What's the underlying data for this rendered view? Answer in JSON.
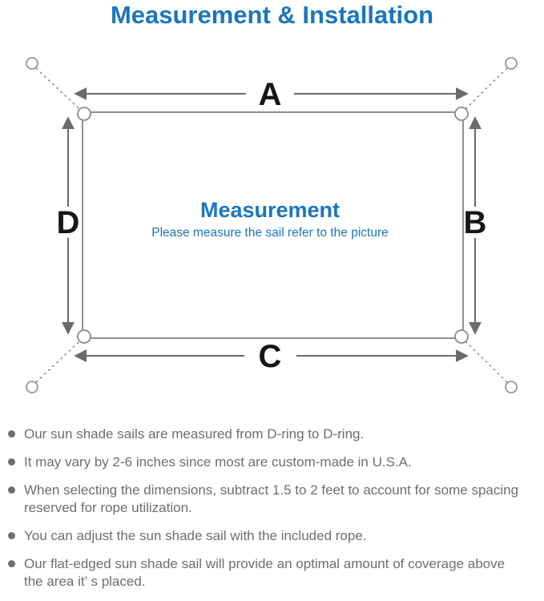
{
  "page": {
    "title": "Measurement & Installation"
  },
  "diagram": {
    "labels": {
      "top": "A",
      "right": "B",
      "bottom": "C",
      "left": "D"
    },
    "center_heading": "Measurement",
    "center_note": "Please measure the sail refer to the picture"
  },
  "notes": [
    {
      "text": "Our sun shade sails are measured from D-ring to D-ring."
    },
    {
      "text": "It may vary by 2-6 inches since most are custom-made in U.S.A."
    },
    {
      "text": "When selecting the dimensions, subtract 1.5 to 2 feet to account for some spacing\nreserved for rope utilization."
    },
    {
      "text": "You can adjust the sun shade sail with the included rope."
    },
    {
      "text": "Our flat-edged sun shade sail will provide an optimal amount of coverage above\nthe area it’ s placed."
    }
  ],
  "colors": {
    "accent_blue": "#1b76bd",
    "dimension_label_black": "#161616",
    "arrow_gray": "#6b6b6b",
    "outline_gray": "#8f8f8f",
    "note_text_gray": "#6e6e6e"
  }
}
